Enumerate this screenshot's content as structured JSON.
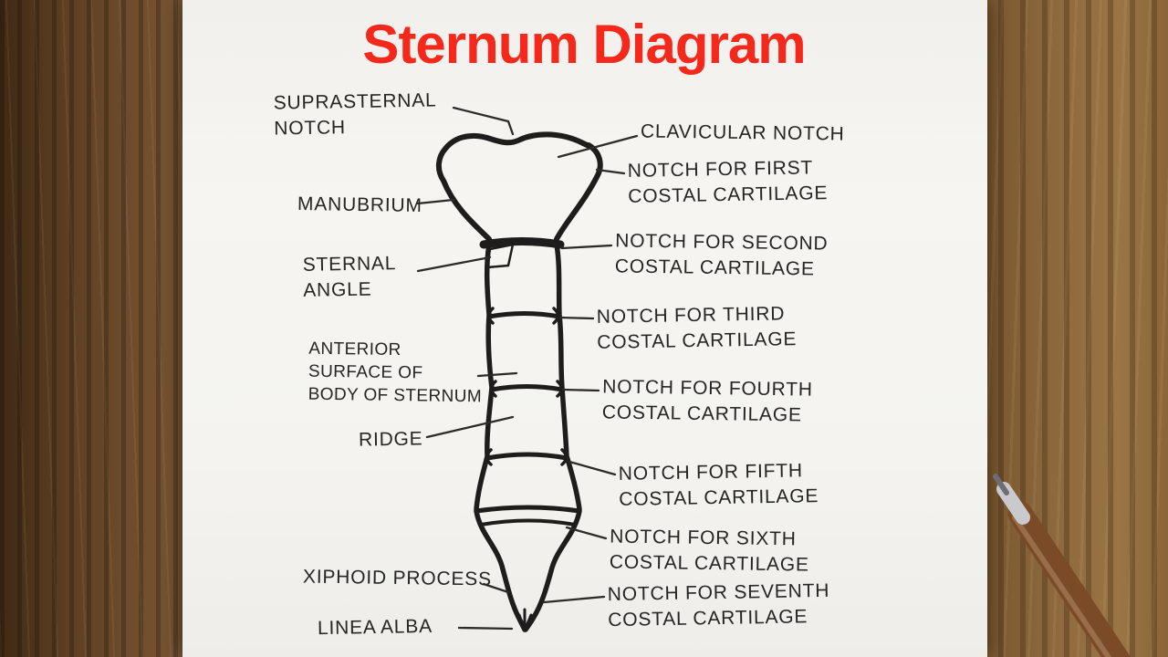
{
  "title": "Sternum Diagram",
  "colors": {
    "title_red": "#f5291b",
    "ink": "#1e1d1c",
    "paper": "#f4f3ef",
    "wood_dark": "#5d3f22",
    "wood_light": "#8c683c",
    "pen_body": "#7b4a26",
    "pen_tip": "#c9c9ce"
  },
  "labels": {
    "left": [
      {
        "id": "suprasternal-notch",
        "text": "SUPRASTERNAL\nNOTCH"
      },
      {
        "id": "manubrium",
        "text": "MANUBRIUM"
      },
      {
        "id": "sternal-angle",
        "text": "STERNAL\nANGLE"
      },
      {
        "id": "anterior-surface",
        "text": "ANTERIOR\nSURFACE OF\nBODY OF STERNUM"
      },
      {
        "id": "ridge",
        "text": "RIDGE"
      },
      {
        "id": "xiphoid-process",
        "text": "XIPHOID PROCESS"
      },
      {
        "id": "linea-alba",
        "text": "LINEA ALBA"
      }
    ],
    "right": [
      {
        "id": "clavicular-notch",
        "text": "CLAVICULAR NOTCH"
      },
      {
        "id": "notch-first",
        "text": "NOTCH FOR FIRST\nCOSTAL CARTILAGE"
      },
      {
        "id": "notch-second",
        "text": "NOTCH FOR SECOND\nCOSTAL CARTILAGE"
      },
      {
        "id": "notch-third",
        "text": "NOTCH FOR THIRD\nCOSTAL CARTILAGE"
      },
      {
        "id": "notch-fourth",
        "text": "NOTCH FOR FOURTH\nCOSTAL CARTILAGE"
      },
      {
        "id": "notch-fifth",
        "text": "NOTCH FOR FIFTH\nCOSTAL CARTILAGE"
      },
      {
        "id": "notch-sixth",
        "text": "NOTCH FOR SIXTH\nCOSTAL CARTILAGE"
      },
      {
        "id": "notch-seventh",
        "text": "NOTCH FOR SEVENTH\nCOSTAL CARTILAGE"
      }
    ]
  }
}
